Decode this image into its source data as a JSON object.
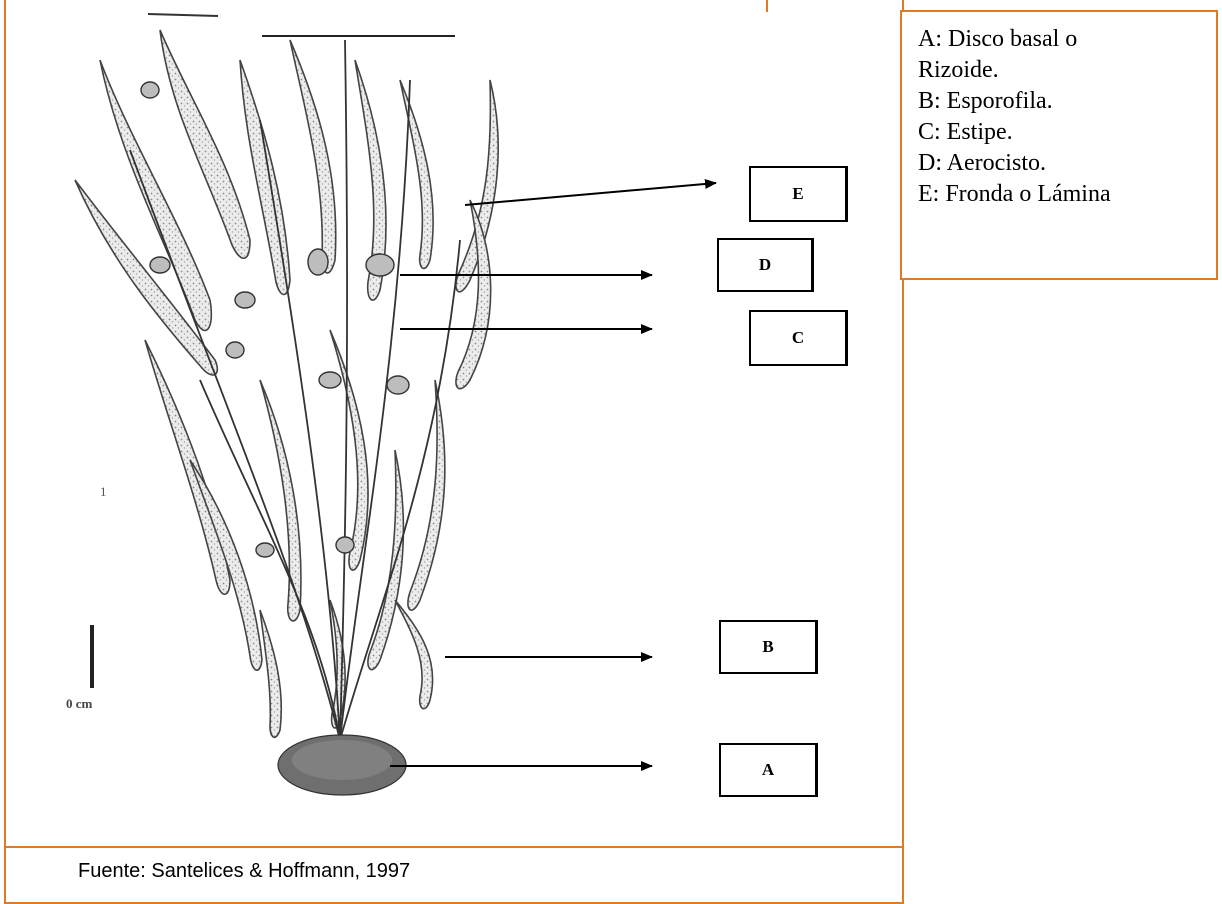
{
  "legend": {
    "items": [
      "A: Disco basal o",
      "Rizoide.",
      "B: Esporofila.",
      "C: Estipe.",
      "D: Aerocisto.",
      "E: Fronda o Lámina"
    ]
  },
  "labels": {
    "a": "A",
    "b": "B",
    "c": "C",
    "d": "D",
    "e": "E"
  },
  "scale": {
    "text": "0 cm"
  },
  "stray_mark": "1",
  "source": {
    "text": "Fuente: Santelices & Hoffmann, 1997"
  },
  "colors": {
    "frame": "#e07b25",
    "ink": "#000000",
    "fill": "#d9d9d9"
  }
}
